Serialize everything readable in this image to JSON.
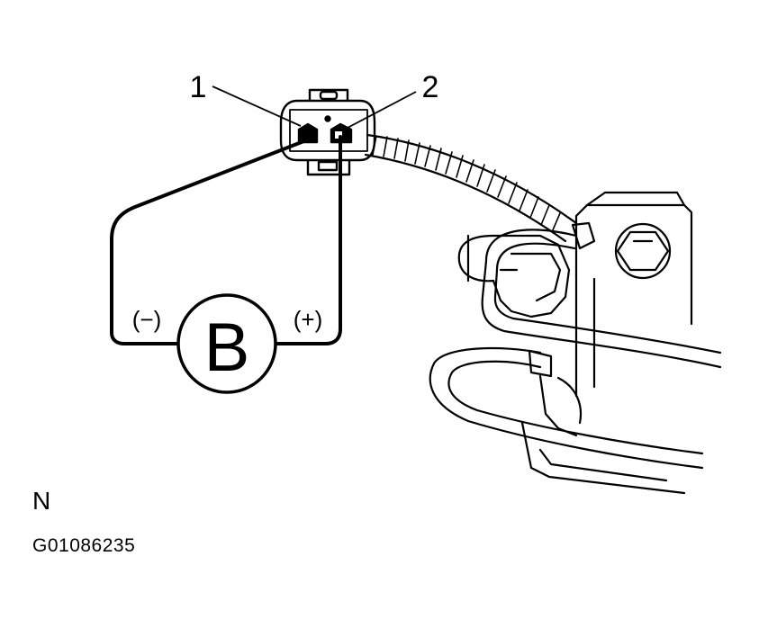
{
  "callouts": {
    "terminal_1": "1",
    "terminal_2": "2"
  },
  "battery": {
    "symbol": "B",
    "negative": "(−)",
    "positive": "(+)"
  },
  "corner_letter": "N",
  "figure_code": "G01086235",
  "colors": {
    "ink": "#000000",
    "background": "#ffffff"
  }
}
